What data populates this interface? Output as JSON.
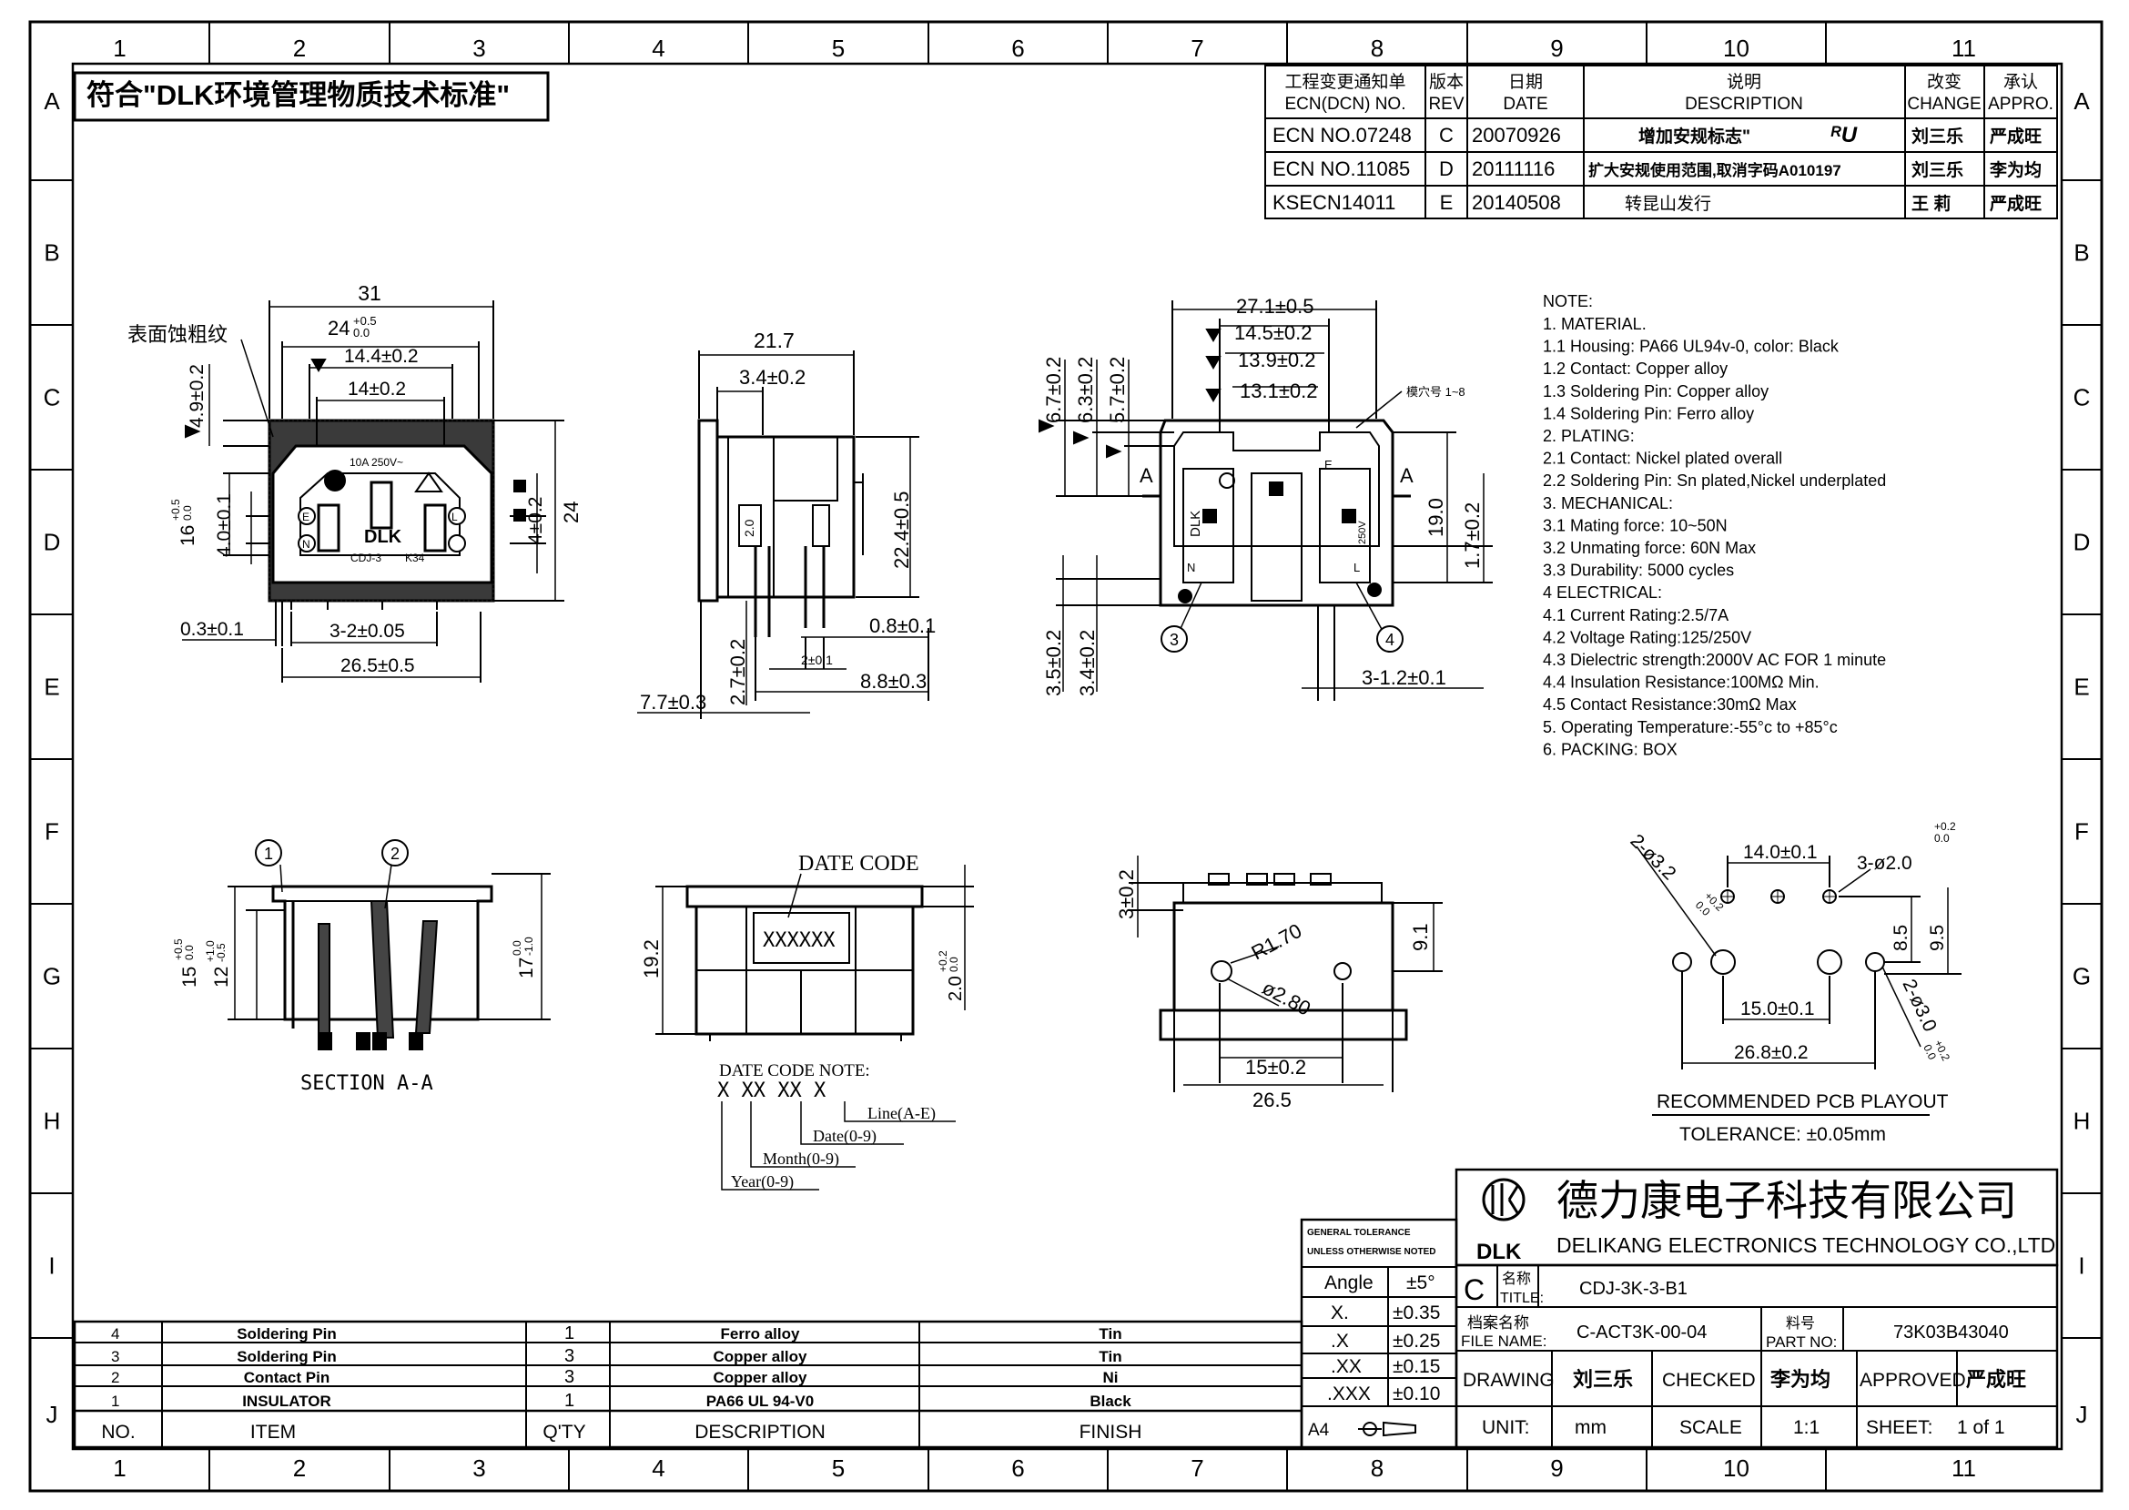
{
  "grid": {
    "columns": [
      "1",
      "2",
      "3",
      "4",
      "5",
      "6",
      "7",
      "8",
      "9",
      "10",
      "11"
    ],
    "rows": [
      "A",
      "B",
      "C",
      "D",
      "E",
      "F",
      "G",
      "H",
      "I",
      "J"
    ]
  },
  "compliance_banner": "符合\"DLK环境管理物质技术标准\"",
  "revision_table": {
    "headers": {
      "ecn_cn": "工程变更通知单",
      "ecn_en": "ECN(DCN) NO.",
      "rev_cn": "版本",
      "rev_en": "REV",
      "date_cn": "日期",
      "date_en": "DATE",
      "desc_cn": "说明",
      "desc_en": "DESCRIPTION",
      "change_cn": "改变",
      "change_en": "CHANGE",
      "appro_cn": "承认",
      "appro_en": "APPRO."
    },
    "rows": [
      {
        "ecn": "ECN NO.07248",
        "rev": "C",
        "date": "20070926",
        "desc": "增加安规标志\"",
        "mark": "ᴿU",
        "change": "刘三乐",
        "appro": "严成旺"
      },
      {
        "ecn": "ECN NO.11085",
        "rev": "D",
        "date": "20111116",
        "desc": "扩大安规使用范围,取消字码A010197",
        "mark": "",
        "change": "刘三乐",
        "appro": "李为均"
      },
      {
        "ecn": "KSECN14011",
        "rev": "E",
        "date": "20140508",
        "desc": "转昆山发行",
        "mark": "",
        "change": "王 莉",
        "appro": "严成旺"
      }
    ]
  },
  "notes": {
    "title": "NOTE:",
    "lines": [
      "1. MATERIAL.",
      "1.1 Housing: PA66 UL94v-0, color: Black",
      "1.2 Contact: Copper alloy",
      "1.3 Soldering Pin: Copper alloy",
      "1.4 Soldering Pin: Ferro alloy",
      "2. PLATING:",
      "2.1 Contact: Nickel plated overall",
      "2.2 Soldering Pin: Sn plated,Nickel underplated",
      "3.  MECHANICAL:",
      "3.1 Mating force: 10~50N",
      "3.2 Unmating force: 60N Max",
      "3.3 Durability: 5000 cycles",
      "4   ELECTRICAL:",
      "4.1 Current Rating:2.5/7A",
      "4.2 Voltage Rating:125/250V",
      "4.3 Dielectric strength:2000V AC FOR 1 minute",
      "4.4 Insulation Resistance:100MΩ Min.",
      "4.5 Contact Resistance:30mΩ Max",
      "5. Operating Temperature:-55°c to +85°c",
      "6. PACKING: BOX"
    ]
  },
  "front_view": {
    "surface_label": "表面蚀粗纹",
    "dims": [
      "31",
      "24",
      "+0.5",
      "0.0",
      "14.4±0.2",
      "14±0.2",
      "4.9±0.2",
      "16",
      "+0.5",
      "0.0",
      "4.0±0.1",
      "24",
      "4±0.2",
      "0.3±0.1",
      "3-2±0.05",
      "26.5±0.5"
    ],
    "socket_text": [
      "10A  250V~",
      "DLK",
      "CDJ-3",
      "K34"
    ],
    "pins": [
      "L",
      "N",
      "E"
    ]
  },
  "side_view": {
    "dims": [
      "21.7",
      "3.4±0.2",
      "22.4±0.5",
      "2.0",
      "0.8±0.1",
      "2.7±0.2",
      "2±0.1",
      "8.8±0.3",
      "7.7±0.3"
    ]
  },
  "rear_view": {
    "dims": [
      "27.1±0.5",
      "14.5±0.2",
      "13.9±0.2",
      "13.1±0.2",
      "6.7±0.2",
      "6.3±0.2",
      "5.7±0.2",
      "19.0",
      "1.7±0.2",
      "3.5±0.2",
      "3.4±0.2",
      "3-1.2±0.1"
    ],
    "cavity_label": "模穴号 1~8",
    "section_marks": [
      "A",
      "A"
    ],
    "pin_labels": [
      "N",
      "L",
      "E"
    ],
    "callouts": [
      "3",
      "4"
    ],
    "rear_text": [
      "DLK",
      "250V"
    ]
  },
  "section_view": {
    "title": "SECTION    A-A",
    "callouts": [
      "1",
      "2"
    ],
    "dims": [
      "15",
      "+0.5",
      "0.0",
      "12",
      "+1.0",
      "-0.5",
      "17",
      "0.0",
      "-1.0"
    ]
  },
  "date_code_view": {
    "title": "DATE CODE",
    "code": "XXXXXX",
    "dims": [
      "19.2",
      "2.0",
      "+0.2",
      "0.0"
    ],
    "note_title": "DATE CODE NOTE:",
    "pattern": "X XX XX X",
    "legend": [
      "Line(A-E)",
      "Date(0-9)",
      "Month(0-9)",
      "Year(0-9)"
    ]
  },
  "bottom_view": {
    "dims": [
      "3±0.2",
      "R1.70",
      "ø2.80",
      "9.1",
      "15±0.2",
      "26.5"
    ]
  },
  "pcb_layout": {
    "dims": [
      "14.0±0.1",
      "3-ø2.0",
      "+0.2",
      "0.0",
      "2-ø3.2",
      "+0.2",
      "0.0",
      "8.5",
      "9.5",
      "15.0±0.1",
      "26.8±0.2",
      "2-ø3.0",
      "+0.2",
      "0.0"
    ],
    "title": "RECOMMENDED PCB PLAYOUT",
    "tolerance": "TOLERANCE: ±0.05mm"
  },
  "title_block": {
    "company_cn": "德力康电子科技有限公司",
    "company_en": "DELIKANG ELECTRONICS TECHNOLOGY CO.,LTD",
    "logo_text": "DLK",
    "general_tol_1": "GENERAL TOLERANCE",
    "general_tol_2": "UNLESS OTHERWISE NOTED",
    "tolerances": [
      {
        "k": "Angle",
        "v": "±5°"
      },
      {
        "k": "X.",
        "v": "±0.35"
      },
      {
        "k": ".X",
        "v": "±0.25"
      },
      {
        "k": ".XX",
        "v": "±0.15"
      },
      {
        "k": ".XXX",
        "v": "±0.10"
      }
    ],
    "sheet_size": "A4",
    "rev_letter": "C",
    "title_cn": "名称",
    "title_en": "TITLE:",
    "title_value": "CDJ-3K-3-B1",
    "file_cn": "档案名称",
    "file_en": "FILE NAME:",
    "file_value": "C-ACT3K-00-04",
    "part_cn": "料号",
    "part_en": "PART NO:",
    "part_value": "73K03B43040",
    "drawing_label": "DRAWING",
    "drawing_value": "刘三乐",
    "checked_label": "CHECKED",
    "checked_value": "李为均",
    "approved_label": "APPROVED",
    "approved_value": "严成旺",
    "unit_label": "UNIT:",
    "unit_value": "mm",
    "scale_label": "SCALE",
    "scale_value": "1:1",
    "sheet_label": "SHEET:",
    "sheet_value": "1 of 1"
  },
  "bom": {
    "headers": [
      "NO.",
      "ITEM",
      "Q'TY",
      "DESCRIPTION",
      "FINISH"
    ],
    "rows": [
      [
        "4",
        "Soldering Pin",
        "1",
        "Ferro alloy",
        "Tin"
      ],
      [
        "3",
        "Soldering Pin",
        "3",
        "Copper alloy",
        "Tin"
      ],
      [
        "2",
        "Contact Pin",
        "3",
        "Copper alloy",
        "Ni"
      ],
      [
        "1",
        "INSULATOR",
        "1",
        "PA66 UL 94-V0",
        "Black"
      ]
    ]
  }
}
